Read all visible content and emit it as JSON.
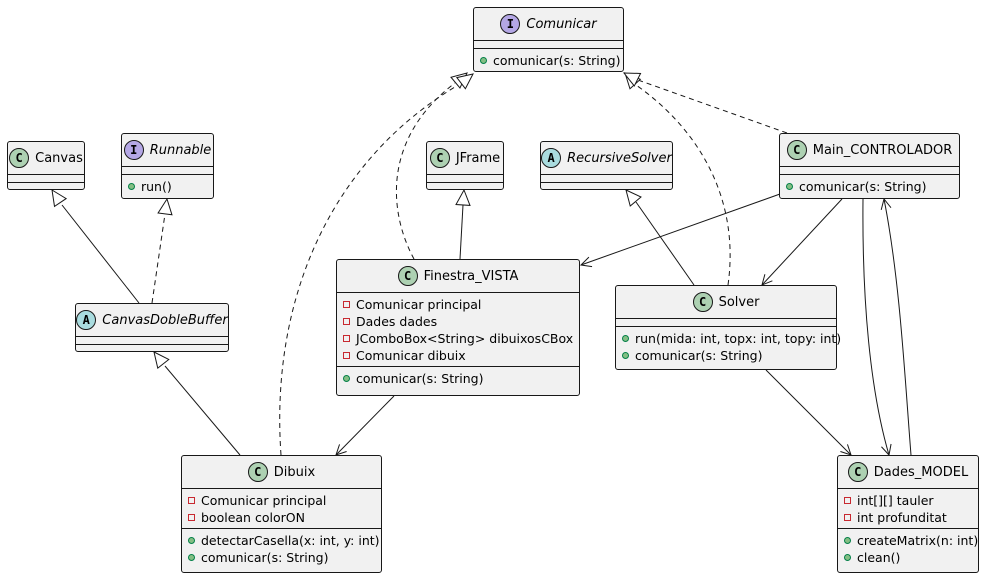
{
  "colors": {
    "class_spot": "#add1b2",
    "interface_spot": "#b4a7e5",
    "abstract_spot": "#a9dcdf",
    "box_fill": "#f1f1f1",
    "line": "#181818"
  },
  "classes": {
    "comunicar": {
      "stereo": "I",
      "name": "Comunicar",
      "italic": true,
      "methods": [
        "comunicar(s: String)"
      ]
    },
    "canvas": {
      "stereo": "C",
      "name": "Canvas"
    },
    "runnable": {
      "stereo": "I",
      "name": "Runnable",
      "italic": true,
      "methods": [
        "run()"
      ]
    },
    "jframe": {
      "stereo": "C",
      "name": "JFrame"
    },
    "recursive_solver": {
      "stereo": "A",
      "name": "RecursiveSolver",
      "italic": true
    },
    "main_controlador": {
      "stereo": "C",
      "name": "Main_CONTROLADOR",
      "methods": [
        "comunicar(s: String)"
      ]
    },
    "canvas_doble_buffer": {
      "stereo": "A",
      "name": "CanvasDobleBuffer",
      "italic": true
    },
    "finestra_vista": {
      "stereo": "C",
      "name": "Finestra_VISTA",
      "fields": [
        "Comunicar principal",
        "Dades dades",
        "JComboBox<String> dibuixosCBox",
        "Comunicar dibuix"
      ],
      "methods": [
        "comunicar(s: String)"
      ]
    },
    "solver": {
      "stereo": "C",
      "name": "Solver",
      "methods": [
        "run(mida: int, topx: int, topy: int)",
        "comunicar(s: String)"
      ]
    },
    "dibuix": {
      "stereo": "C",
      "name": "Dibuix",
      "fields": [
        "Comunicar principal",
        "boolean colorON"
      ],
      "methods": [
        "detectarCasella(x: int, y: int)",
        "comunicar(s: String)"
      ]
    },
    "dades_model": {
      "stereo": "C",
      "name": "Dades_MODEL",
      "fields": [
        "int[][] tauler",
        "int profunditat"
      ],
      "methods": [
        "createMatrix(n: int)",
        "clean()"
      ]
    }
  }
}
